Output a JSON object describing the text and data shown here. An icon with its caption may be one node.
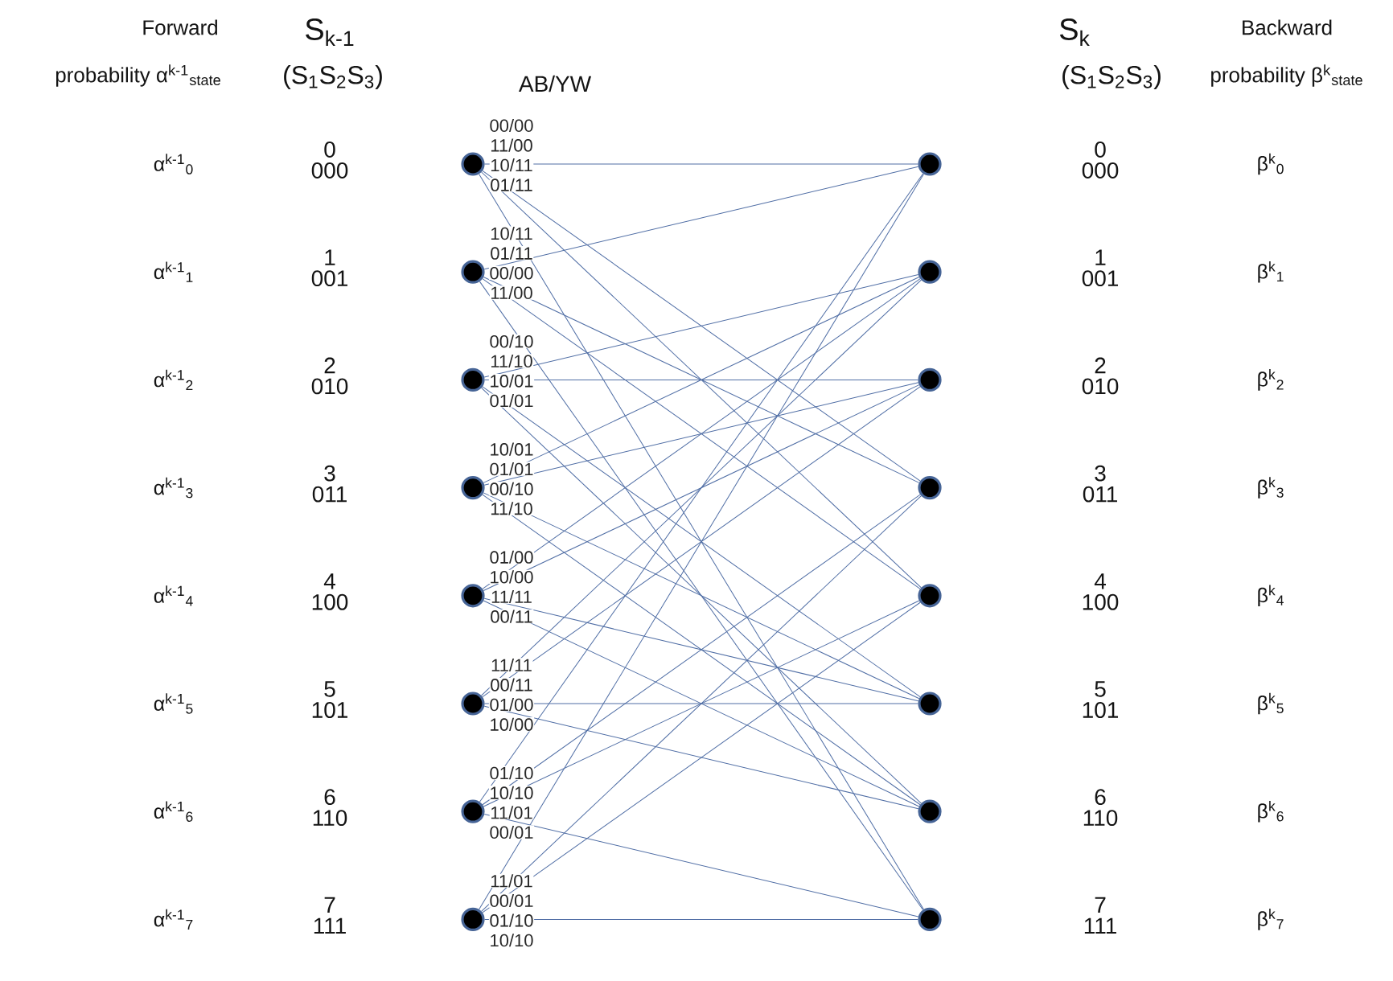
{
  "diagram": {
    "nodes": [
      {
        "text": [],
        "shape": "circle"
      },
      {
        "text": [],
        "shape": "circle"
      },
      {
        "text": [],
        "shape": "circle"
      },
      {
        "text": [],
        "shape": "circle"
      },
      {
        "text": [],
        "shape": "circle"
      },
      {
        "text": [],
        "shape": "circle"
      },
      {
        "text": [],
        "shape": "circle"
      },
      {
        "text": [],
        "shape": "circle"
      },
      {
        "text": [],
        "shape": "circle"
      },
      {
        "text": [],
        "shape": "circle"
      },
      {
        "text": [],
        "shape": "circle"
      },
      {
        "text": [],
        "shape": "circle"
      },
      {
        "text": [],
        "shape": "circle"
      },
      {
        "text": [],
        "shape": "circle"
      },
      {
        "text": [],
        "shape": "circle"
      },
      {
        "text": [],
        "shape": "circle"
      }
    ],
    "edges": [
      {
        "from": 0,
        "to": 8,
        "arrow": "none",
        "label": "00/00"
      },
      {
        "from": 0,
        "to": 11,
        "arrow": "none",
        "label": "11/00"
      },
      {
        "from": 0,
        "to": 12,
        "arrow": "none",
        "label": "10/11"
      },
      {
        "from": 0,
        "to": 15,
        "arrow": "none",
        "label": "01/11"
      },
      {
        "from": 1,
        "to": 8,
        "arrow": "none",
        "label": "10/11"
      },
      {
        "from": 1,
        "to": 11,
        "arrow": "none",
        "label": "01/11"
      },
      {
        "from": 1,
        "to": 12,
        "arrow": "none",
        "label": "00/00"
      },
      {
        "from": 1,
        "to": 15,
        "arrow": "none",
        "label": "11/00"
      },
      {
        "from": 2,
        "to": 9,
        "arrow": "none",
        "label": "00/10"
      },
      {
        "from": 2,
        "to": 10,
        "arrow": "none",
        "label": "11/10"
      },
      {
        "from": 2,
        "to": 13,
        "arrow": "none",
        "label": "10/01"
      },
      {
        "from": 2,
        "to": 14,
        "arrow": "none",
        "label": "01/01"
      },
      {
        "from": 3,
        "to": 9,
        "arrow": "none",
        "label": "10/01"
      },
      {
        "from": 3,
        "to": 10,
        "arrow": "none",
        "label": "01/01"
      },
      {
        "from": 3,
        "to": 13,
        "arrow": "none",
        "label": "00/10"
      },
      {
        "from": 3,
        "to": 14,
        "arrow": "none",
        "label": "11/10"
      },
      {
        "from": 4,
        "to": 9,
        "arrow": "none",
        "label": "01/00"
      },
      {
        "from": 4,
        "to": 10,
        "arrow": "none",
        "label": "10/00"
      },
      {
        "from": 4,
        "to": 13,
        "arrow": "none",
        "label": "11/11"
      },
      {
        "from": 4,
        "to": 14,
        "arrow": "none",
        "label": "00/11"
      },
      {
        "from": 5,
        "to": 9,
        "arrow": "none",
        "label": "11/11"
      },
      {
        "from": 5,
        "to": 10,
        "arrow": "none",
        "label": "00/11"
      },
      {
        "from": 5,
        "to": 13,
        "arrow": "none",
        "label": "01/00"
      },
      {
        "from": 5,
        "to": 14,
        "arrow": "none",
        "label": "10/00"
      },
      {
        "from": 6,
        "to": 8,
        "arrow": "none",
        "label": "01/10"
      },
      {
        "from": 6,
        "to": 11,
        "arrow": "none",
        "label": "10/10"
      },
      {
        "from": 6,
        "to": 12,
        "arrow": "none",
        "label": "11/01"
      },
      {
        "from": 6,
        "to": 15,
        "arrow": "none",
        "label": "00/01"
      },
      {
        "from": 7,
        "to": 8,
        "arrow": "none",
        "label": "11/01"
      },
      {
        "from": 7,
        "to": 11,
        "arrow": "none",
        "label": "00/01"
      },
      {
        "from": 7,
        "to": 12,
        "arrow": "none",
        "label": "01/10"
      },
      {
        "from": 7,
        "to": 15,
        "arrow": "none",
        "label": "10/10"
      }
    ],
    "labels": [
      "Forward",
      "S$_{k-1}$",
      "AB/YW",
      "S$_{k}$",
      "Backward",
      "probability α$^{k-1}$$_{state}$",
      "(S$_{1}$S$_{2}$S$_{3}$)",
      "(S$_{1}$S$_{2}$S$_{3}$)",
      "probability β$^{k}$$_{state}$",
      "α$^{k-1}$$_{0}$",
      "0",
      "000",
      "0",
      "000",
      "β$^{k}$$_{0}$",
      "α$^{k-1}$$_{1}$",
      "1",
      "001",
      "1",
      "001",
      "β$^{k}$$_{1}$",
      "α$^{k-1}$$_{2}$",
      "2",
      "010",
      "2",
      "010",
      "β$^{k}$$_{2}$",
      "α$^{k-1}$$_{3}$",
      "3",
      "011",
      "3",
      "011",
      "β$^{k}$$_{3}$",
      "α$^{k-1}$$_{4}$",
      "4",
      "100",
      "4",
      "100",
      "β$^{k}$$_{4}$",
      "α$^{k-1}$$_{5}$",
      "5",
      "101",
      "5",
      "101",
      "β$^{k}$$_{5}$",
      "α$^{k-1}$$_{6}$",
      "6",
      "110",
      "6",
      "110",
      "β$^{k}$$_{6}$",
      "α$^{k-1}$$_{7}$",
      "7",
      "111",
      "7",
      "111",
      "β$^{k}$$_{7}$"
    ]
  }
}
